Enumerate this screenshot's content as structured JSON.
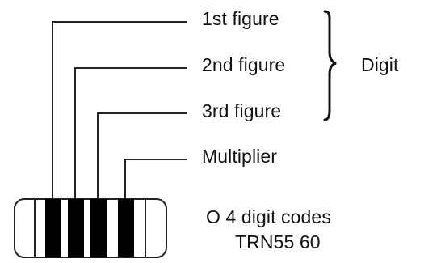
{
  "labels": {
    "first_figure": "1st  figure",
    "second_figure": "2nd figure",
    "third_figure": "3rd figure",
    "multiplier": "Multiplier",
    "digit_group": "Digit"
  },
  "note": {
    "line1": "O  4 digit codes",
    "line2": "TRN55 60"
  },
  "resistor": {
    "bands": [
      "1st figure",
      "2nd figure",
      "3rd figure",
      "Multiplier"
    ],
    "band_color": "#000000",
    "body_color": "#ffffff"
  }
}
